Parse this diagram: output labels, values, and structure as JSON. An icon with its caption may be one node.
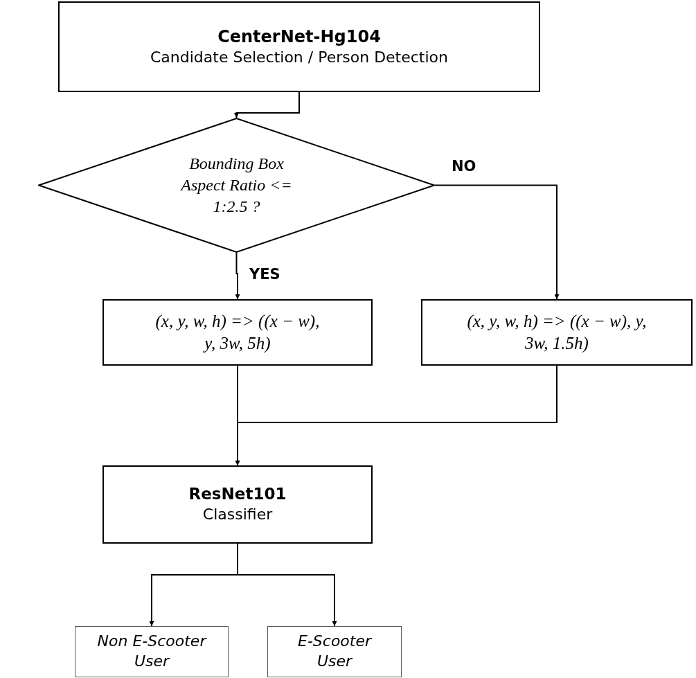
{
  "diagram": {
    "nodes": [
      {
        "text": [
          "CenterNet-Hg104",
          "Candidate Selection / Person Detection"
        ]
      },
      {
        "text": [
          "Bounding Box Aspect Ratio <= 1:2.5 ?"
        ]
      },
      {
        "text": [
          "(x, y, w, h) => ((x − w), y, 3w, 5h)"
        ]
      },
      {
        "text": [
          "(x, y, w, h) => ((x − w), y, 3w, 1.5h)"
        ]
      },
      {
        "text": [
          "ResNet101",
          "Classifier"
        ]
      },
      {
        "text": [
          "Non E-Scooter User"
        ]
      },
      {
        "text": [
          "E-Scooter User"
        ]
      }
    ],
    "edges": [
      {
        "from": 0,
        "to": 1,
        "arrow": "to"
      },
      {
        "from": 1,
        "to": 2,
        "arrow": "to",
        "label": "YES"
      },
      {
        "from": 1,
        "to": 3,
        "arrow": "to",
        "label": "NO"
      },
      {
        "from": 2,
        "to": 4,
        "arrow": "to"
      },
      {
        "from": 3,
        "to": 4,
        "arrow": "to"
      },
      {
        "from": 4,
        "to": 5,
        "arrow": "to"
      },
      {
        "from": 4,
        "to": 6,
        "arrow": "to"
      }
    ]
  }
}
